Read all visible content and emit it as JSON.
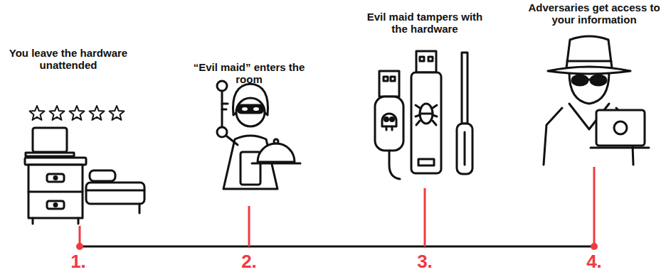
{
  "diagram": {
    "labels": [
      "You leave the hardware unattended",
      "1.",
      "“Evil maid” enters the room",
      "2.",
      "Evil maid tampers with the hardware",
      "3.",
      "Adversaries get access to your information",
      "4."
    ]
  }
}
